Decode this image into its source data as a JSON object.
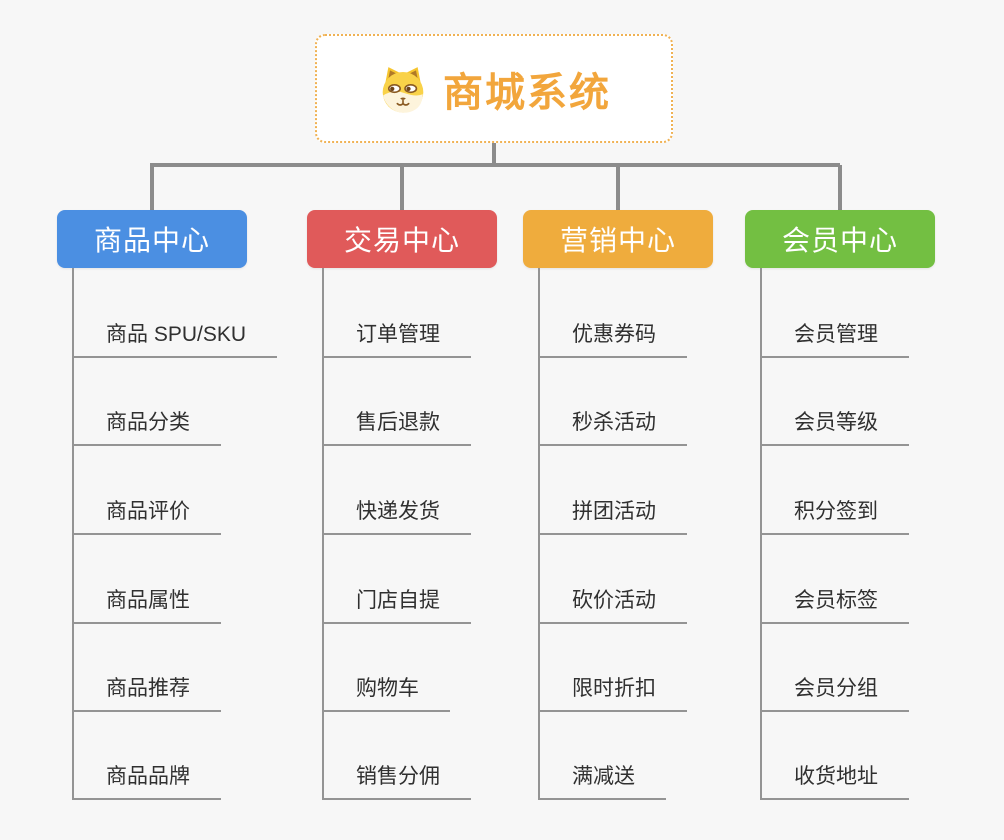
{
  "root": {
    "title": "商城系统",
    "icon": "dog-face-icon",
    "title_color": "#f2a63c",
    "border_color": "#f0b254"
  },
  "connector_color": "#8c8c8c",
  "background_color": "#f7f7f7",
  "branches": [
    {
      "label": "商品中心",
      "color": "#4b8fe2",
      "items": [
        "商品 SPU/SKU",
        "商品分类",
        "商品评价",
        "商品属性",
        "商品推荐",
        "商品品牌"
      ]
    },
    {
      "label": "交易中心",
      "color": "#e05a5a",
      "items": [
        "订单管理",
        "售后退款",
        "快递发货",
        "门店自提",
        "购物车",
        "销售分佣"
      ]
    },
    {
      "label": "营销中心",
      "color": "#efac3d",
      "items": [
        "优惠券码",
        "秒杀活动",
        "拼团活动",
        "砍价活动",
        "限时折扣",
        "满减送"
      ]
    },
    {
      "label": "会员中心",
      "color": "#73bf42",
      "items": [
        "会员管理",
        "会员等级",
        "积分签到",
        "会员标签",
        "会员分组",
        "收货地址"
      ]
    }
  ]
}
